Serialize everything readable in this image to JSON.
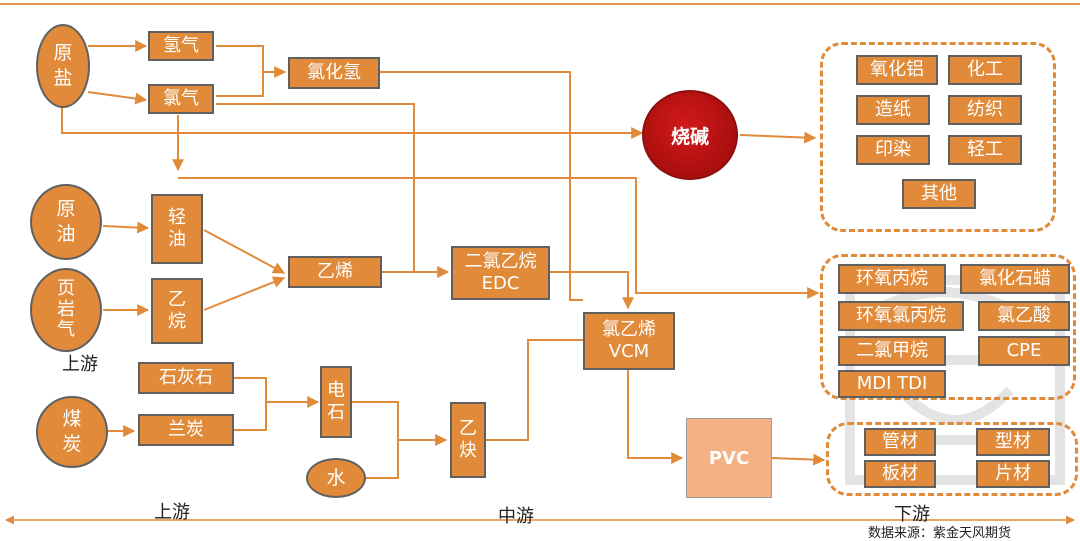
{
  "upstream": {
    "raw_salt": "原\n盐",
    "hydrogen": "氢气",
    "chlorine": "氯气",
    "hydrogen_chloride": "氯化氢",
    "crude_oil": "原\n油",
    "shale_gas": "页\n岩\n气",
    "light_oil": "轻\n油",
    "ethane": "乙\n烷",
    "ethylene": "乙烯",
    "limestone": "石灰石",
    "coal": "煤\n炭",
    "coke": "兰炭",
    "calcium_carbide": "电\n石",
    "water": "水"
  },
  "midstream": {
    "caustic_soda": "烧碱",
    "edc": "二氯乙烷\nEDC",
    "vcm": "氯乙烯\nVCM",
    "acetylene": "乙\n炔",
    "pvc": "PVC"
  },
  "downstream_caustic": [
    "氧化铝",
    "化工",
    "造纸",
    "纺织",
    "印染",
    "轻工",
    "其他"
  ],
  "downstream_chlorine": [
    "环氧丙烷",
    "氯化石蜡",
    "环氧氯丙烷",
    "氯乙酸",
    "二氯甲烷",
    "CPE",
    "MDI TDI"
  ],
  "downstream_pvc": [
    "管材",
    "型材",
    "板材",
    "片材"
  ],
  "stage_labels": {
    "upstream_side": "上游",
    "upstream": "上游",
    "midstream": "中游",
    "downstream": "下游"
  },
  "source": "数据来源：紫金天风期货",
  "colors": {
    "node_fill": "#e08a3a",
    "caustic_fill": "#c41313",
    "pvc_fill": "#f4b183",
    "wire": "#e08a3a"
  }
}
